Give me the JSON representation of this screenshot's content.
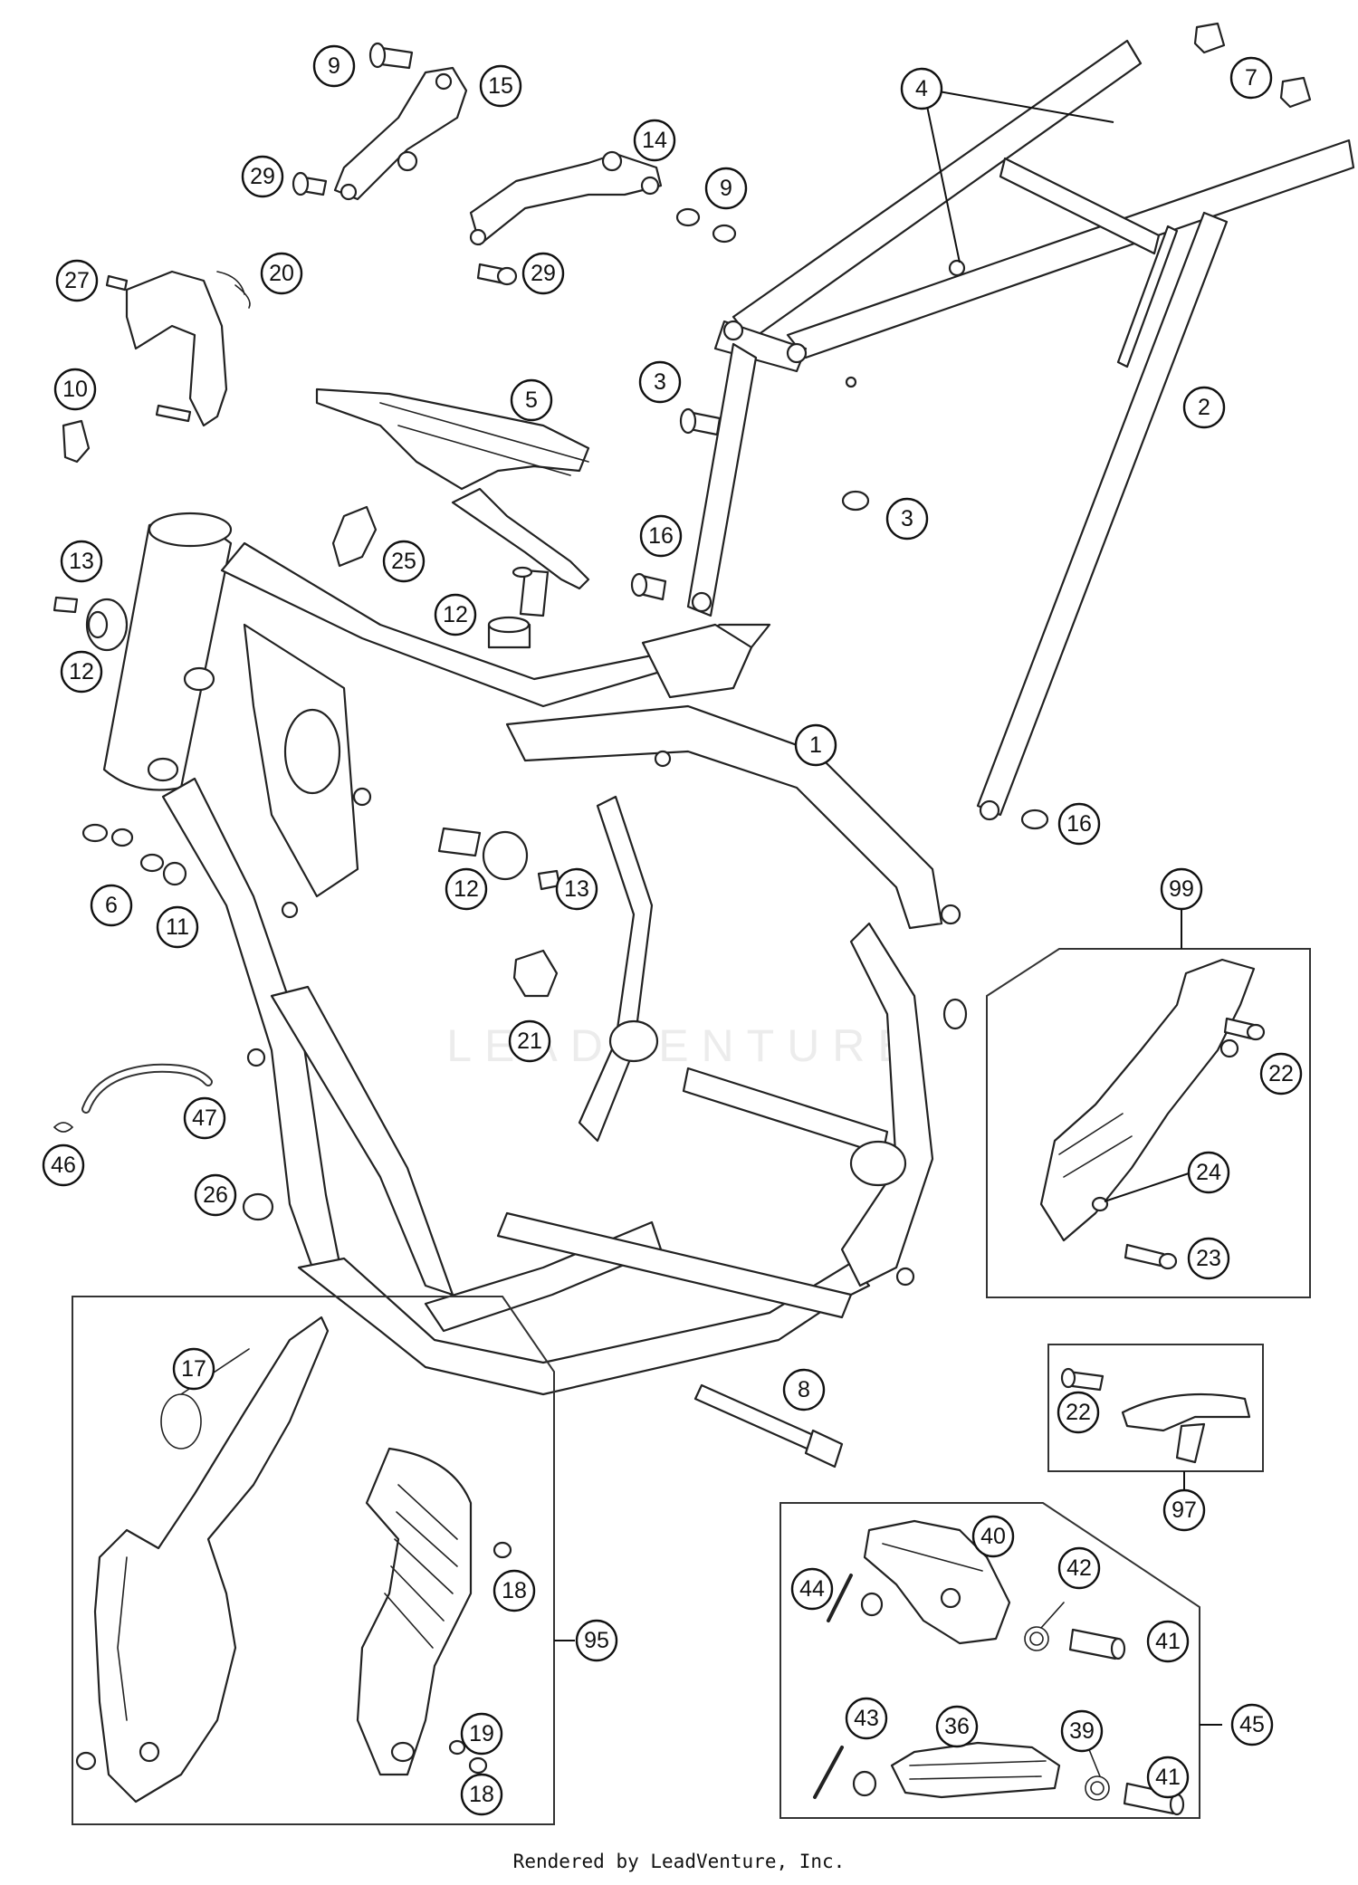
{
  "watermark": "LEADVENTURE",
  "footer": "Rendered by LeadVenture, Inc.",
  "callouts": [
    "9",
    "15",
    "29",
    "14",
    "9",
    "29",
    "4",
    "7",
    "27",
    "20",
    "10",
    "5",
    "3",
    "2",
    "3",
    "16",
    "13",
    "12",
    "25",
    "12",
    "1",
    "6",
    "11",
    "12",
    "13",
    "16",
    "21",
    "47",
    "46",
    "26",
    "99",
    "22",
    "24",
    "23",
    "17",
    "8",
    "22",
    "97",
    "18",
    "95",
    "19",
    "18",
    "40",
    "42",
    "44",
    "41",
    "45",
    "43",
    "36",
    "39",
    "41"
  ]
}
